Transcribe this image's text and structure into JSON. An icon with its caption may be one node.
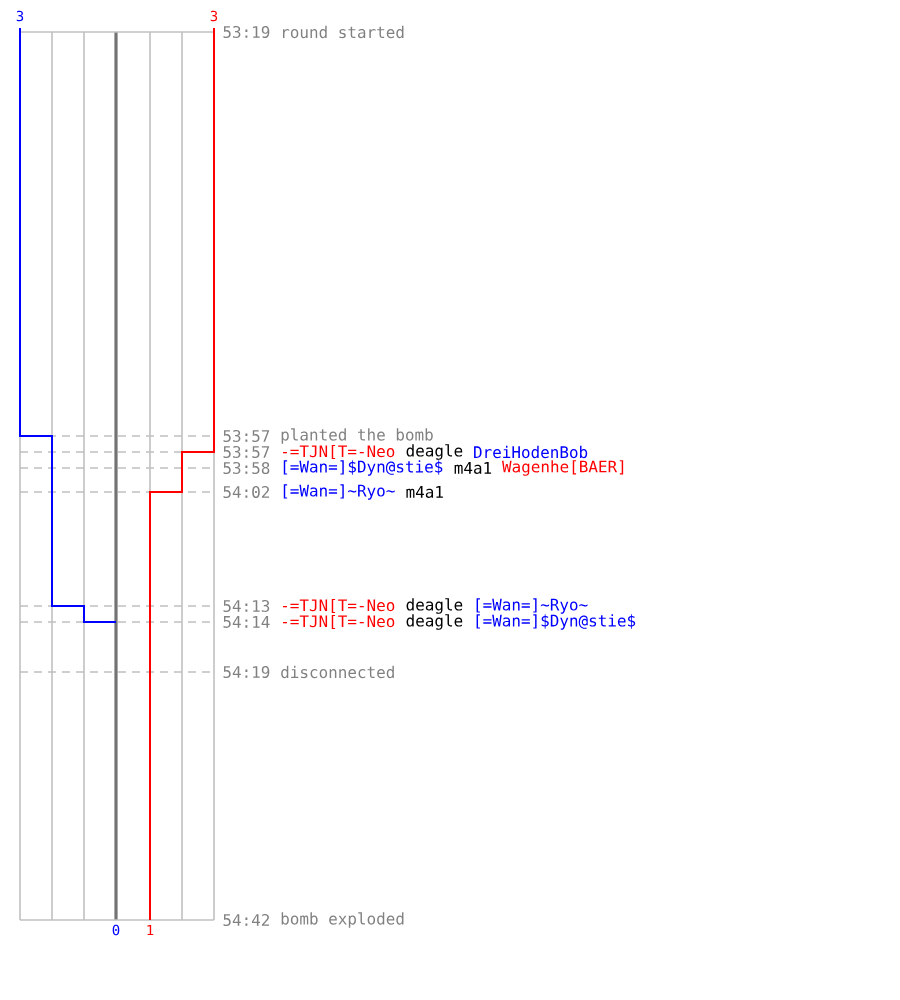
{
  "diagram": {
    "labels": [
      "3",
      "3",
      "53:19",
      "round started",
      "53:57",
      "planted the bomb",
      "53:57",
      "-=TJN[T=-Neo",
      "deagle",
      "DreiHodenBob",
      "53:58",
      "[=Wan=]$Dyn@stie$",
      "m4a1",
      "Wagenhe[BAER]",
      "54:02",
      "[=Wan=]~Ryo~",
      "m4a1",
      "54:13",
      "-=TJN[T=-Neo",
      "deagle",
      "[=Wan=]~Ryo~",
      "54:14",
      "-=TJN[T=-Neo",
      "deagle",
      "[=Wan=]$Dyn@stie$",
      "54:19",
      "disconnected",
      "54:42",
      "bomb exploded",
      "0",
      "1"
    ]
  }
}
